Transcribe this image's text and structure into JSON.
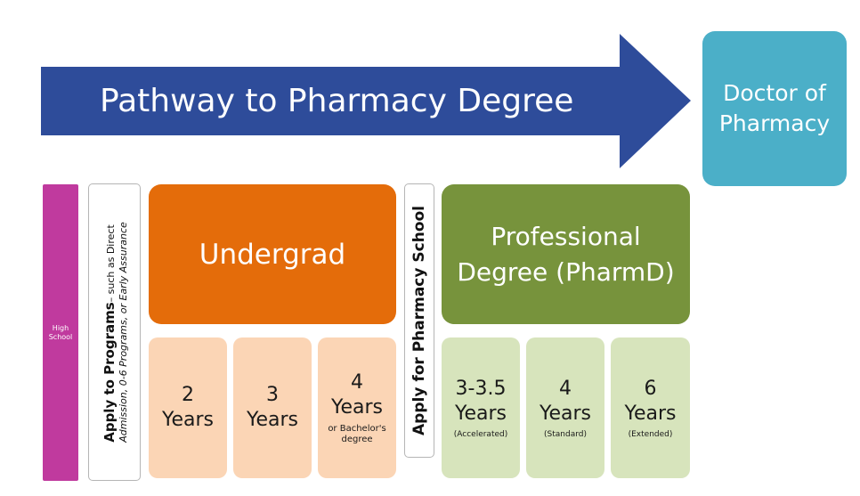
{
  "header": {
    "arrow_title": "Pathway to Pharmacy Degree",
    "destination": "Doctor of Pharmacy"
  },
  "stages": {
    "high_school": "High School",
    "apply_programs": {
      "bold": "Apply to Programs",
      "rest_line1": "– such as Direct",
      "line2": "Admission, 0-6 Programs, or Early Assurance"
    },
    "undergrad": {
      "title": "Undergrad",
      "options": [
        {
          "num": "2",
          "years": "Years",
          "note": ""
        },
        {
          "num": "3",
          "years": "Years",
          "note": ""
        },
        {
          "num": "4",
          "years": "Years",
          "note": "or Bachelor's degree"
        }
      ]
    },
    "apply_pharmacy": "Apply for Pharmacy School",
    "professional": {
      "title": "Professional Degree (PharmD)",
      "options": [
        {
          "num": "3-3.5",
          "years": "Years",
          "note": "(Accelerated)"
        },
        {
          "num": "4",
          "years": "Years",
          "note": "(Standard)"
        },
        {
          "num": "6",
          "years": "Years",
          "note": "(Extended)"
        }
      ]
    }
  },
  "colors": {
    "arrow": "#2E4C9A",
    "doctor": "#4BAFC8",
    "high_school": "#C03A9E",
    "undergrad": "#E46C0A",
    "undergrad_light": "#FBD5B5",
    "professional": "#77933C",
    "professional_light": "#D7E4BC"
  }
}
